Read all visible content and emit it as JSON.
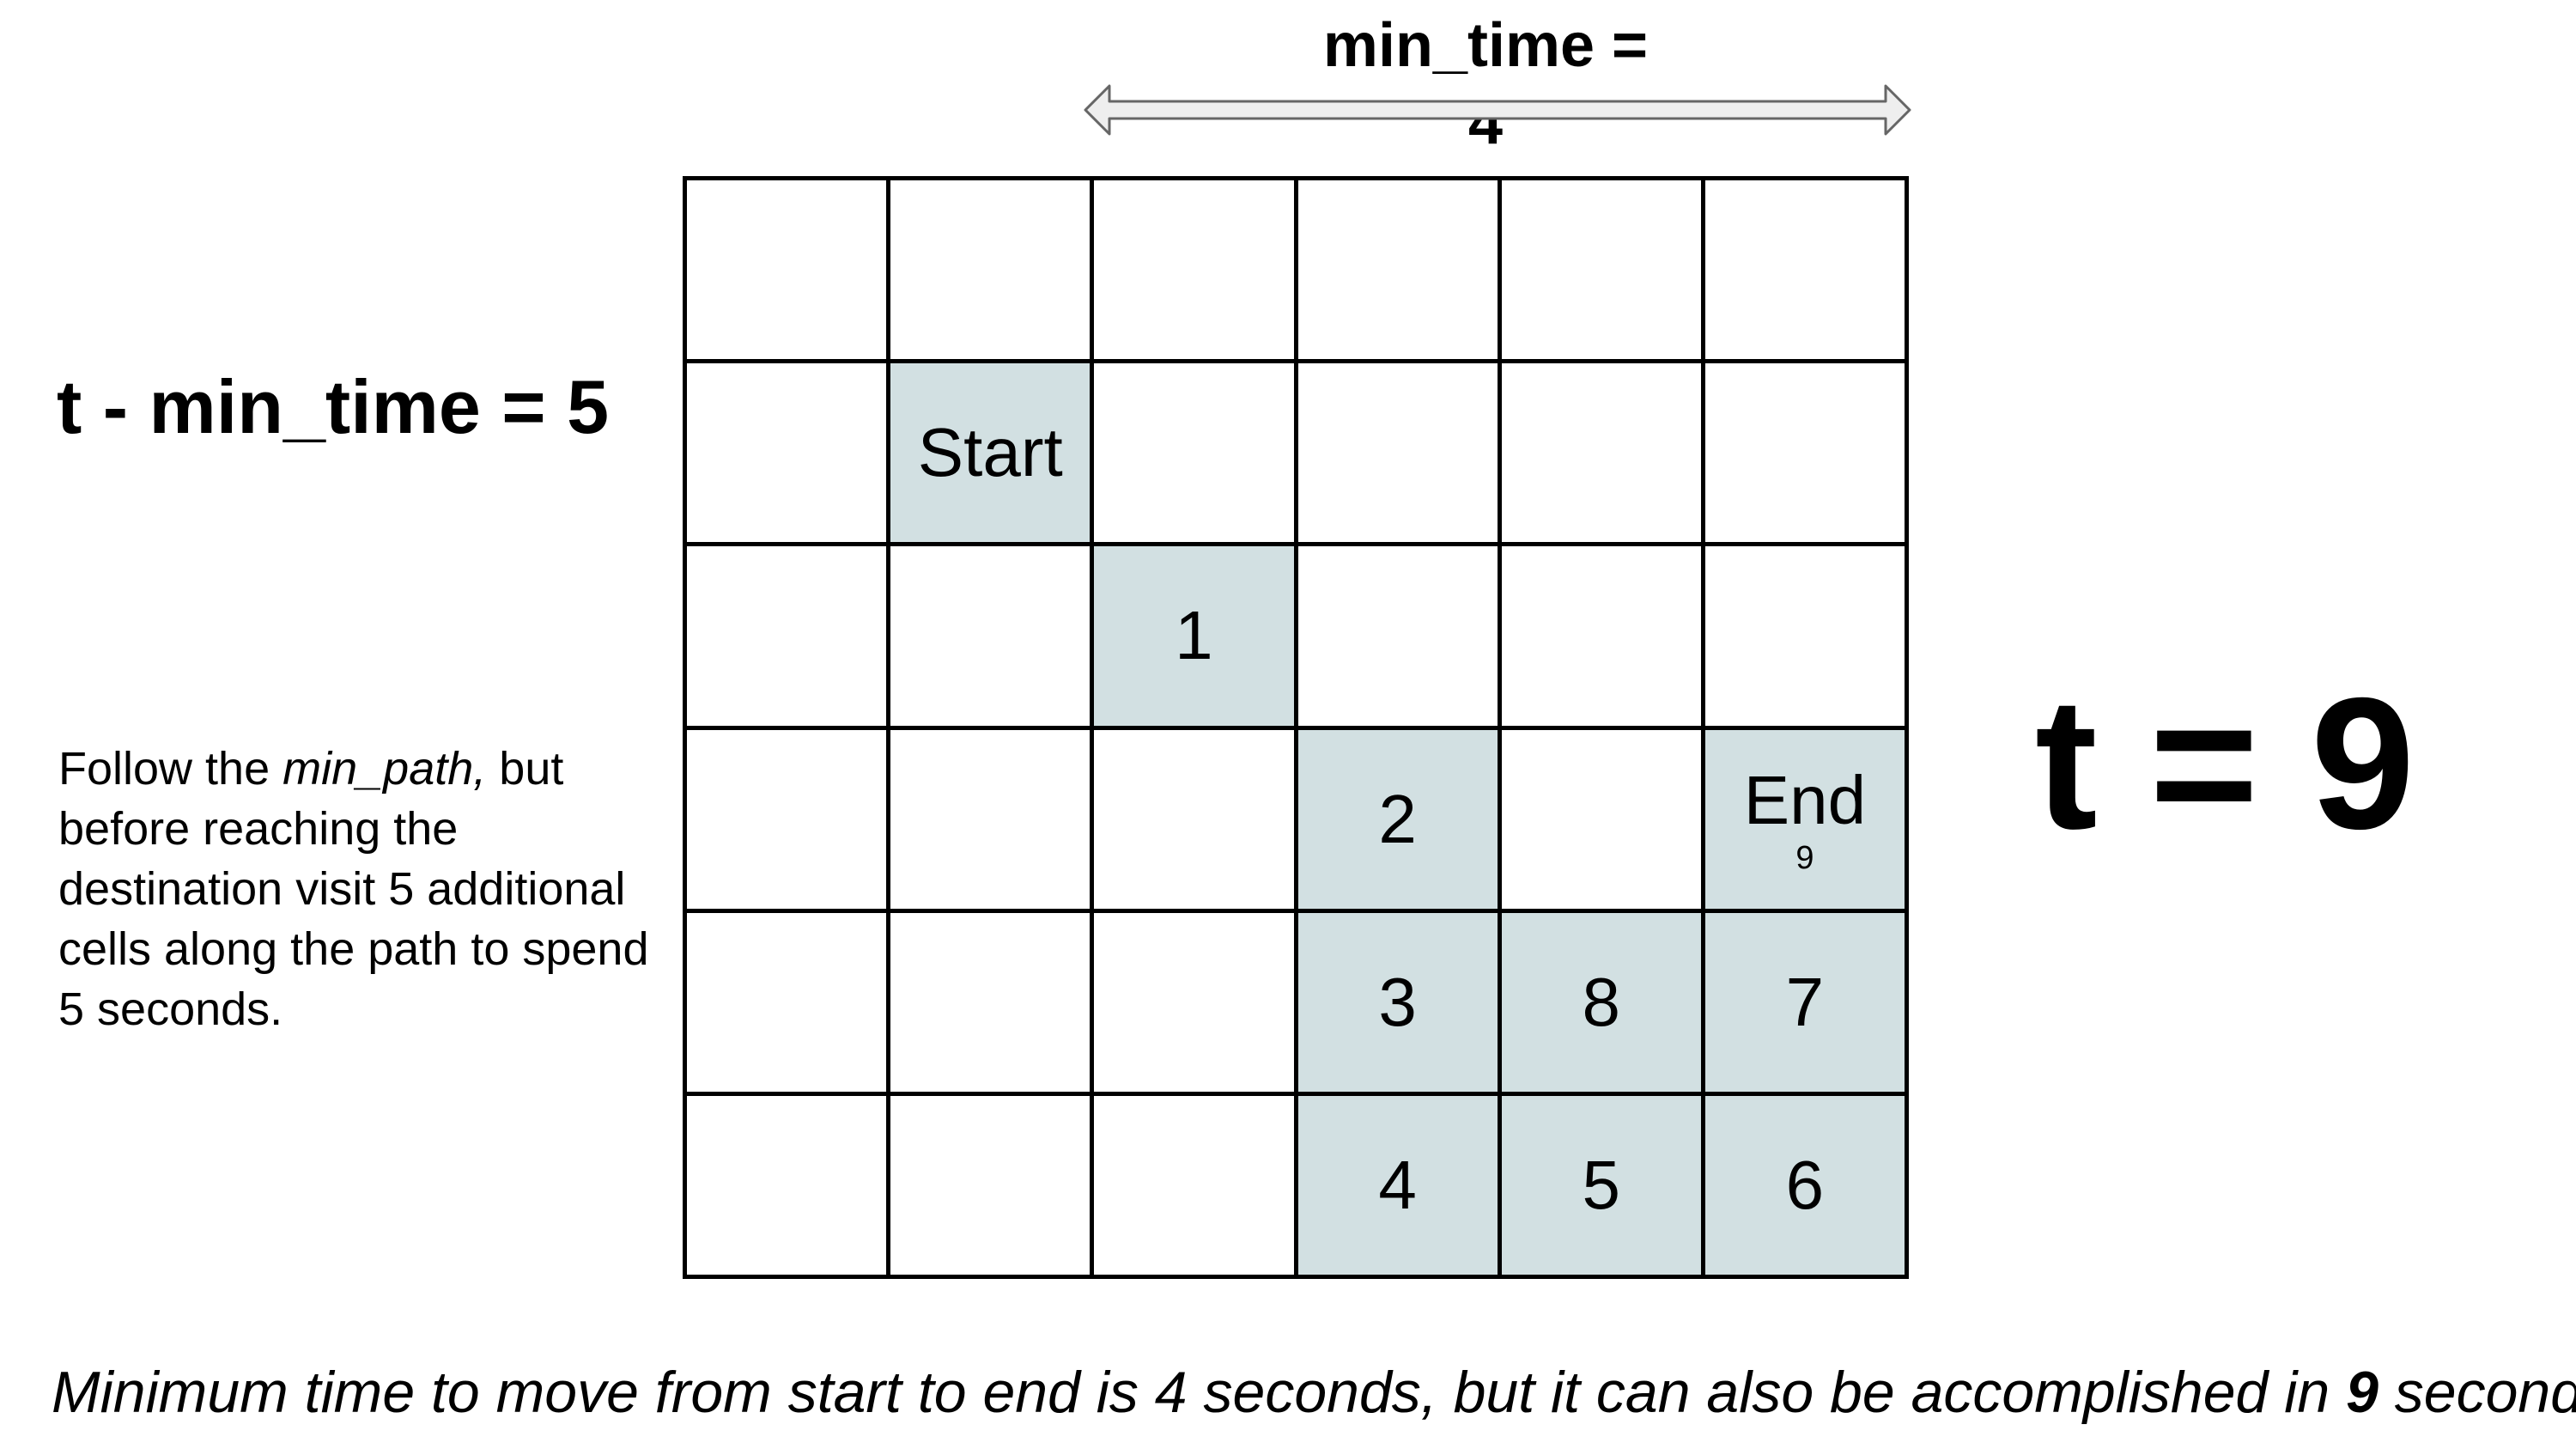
{
  "header": {
    "min_time_label": "min_time = 4"
  },
  "left_panel": {
    "difference_label": "t - min_time = 5",
    "explanation_part1": "Follow the ",
    "explanation_emphasis": "min_path,",
    "explanation_part2": " but before reaching the destination visit 5 additional cells along the path to spend 5 seconds."
  },
  "right_panel": {
    "total_time_label": "t = 9"
  },
  "grid": {
    "rows": 6,
    "cols": 6,
    "cells": [
      [
        {
          "label": "",
          "on_path": false
        },
        {
          "label": "",
          "on_path": false
        },
        {
          "label": "",
          "on_path": false
        },
        {
          "label": "",
          "on_path": false
        },
        {
          "label": "",
          "on_path": false
        },
        {
          "label": "",
          "on_path": false
        }
      ],
      [
        {
          "label": "",
          "on_path": false
        },
        {
          "label": "Start",
          "on_path": true
        },
        {
          "label": "",
          "on_path": false
        },
        {
          "label": "",
          "on_path": false
        },
        {
          "label": "",
          "on_path": false
        },
        {
          "label": "",
          "on_path": false
        }
      ],
      [
        {
          "label": "",
          "on_path": false
        },
        {
          "label": "",
          "on_path": false
        },
        {
          "label": "1",
          "on_path": true
        },
        {
          "label": "",
          "on_path": false
        },
        {
          "label": "",
          "on_path": false
        },
        {
          "label": "",
          "on_path": false
        }
      ],
      [
        {
          "label": "",
          "on_path": false
        },
        {
          "label": "",
          "on_path": false
        },
        {
          "label": "",
          "on_path": false
        },
        {
          "label": "2",
          "on_path": true
        },
        {
          "label": "",
          "on_path": false
        },
        {
          "label": "End",
          "sub": "9",
          "on_path": true
        }
      ],
      [
        {
          "label": "",
          "on_path": false
        },
        {
          "label": "",
          "on_path": false
        },
        {
          "label": "",
          "on_path": false
        },
        {
          "label": "3",
          "on_path": true
        },
        {
          "label": "8",
          "on_path": true
        },
        {
          "label": "7",
          "on_path": true
        }
      ],
      [
        {
          "label": "",
          "on_path": false
        },
        {
          "label": "",
          "on_path": false
        },
        {
          "label": "",
          "on_path": false
        },
        {
          "label": "4",
          "on_path": true
        },
        {
          "label": "5",
          "on_path": true
        },
        {
          "label": "6",
          "on_path": true
        }
      ]
    ],
    "path_color": "#d2e0e2",
    "line_color": "#000000"
  },
  "caption": {
    "part1": "Minimum time to move from start to end is 4 seconds, but it can also be accomplished in ",
    "bold": "9",
    "part2": " seconds"
  }
}
